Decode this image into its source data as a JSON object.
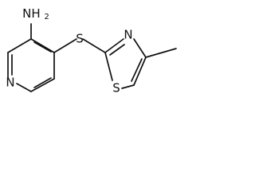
{
  "molecule": {
    "labels": {
      "amine": "NH2",
      "pyridine_n": "N",
      "linker_s": "S",
      "thiazole_n": "N",
      "thiazole_s": "S"
    }
  }
}
